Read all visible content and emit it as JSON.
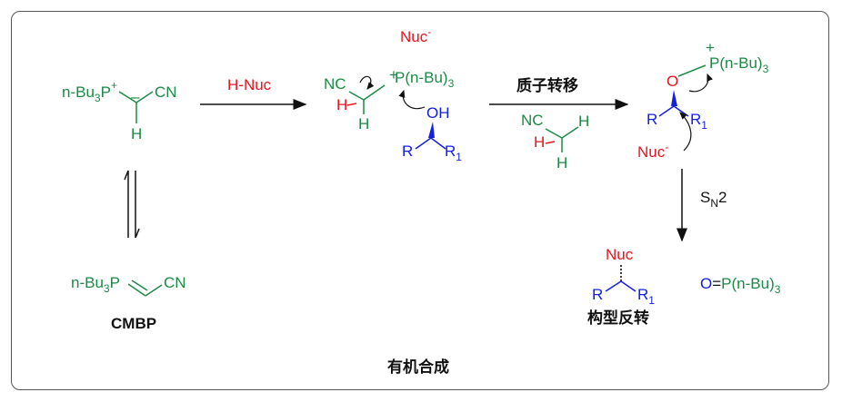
{
  "reagent": {
    "name": "CMBP",
    "ylide_formula": "n-Bu3P+–CH(–)–CN",
    "ylide_h": "H",
    "cn": "CN",
    "phosphorane": "n-Bu3P=CH–CN"
  },
  "step1": {
    "reagent_label": "H-Nuc"
  },
  "intermediate1": {
    "counter_ion": "Nuc",
    "counter_charge": "-",
    "nc": "NC",
    "h_red": "H",
    "h_green": "H",
    "phosphonium": "P(n-Bu)3",
    "oh": "OH",
    "r": "R",
    "r1": "R1"
  },
  "step2": {
    "label": "质子转移",
    "byproduct_nc": "NC",
    "byproduct_h1": "H",
    "byproduct_h2": "H",
    "byproduct_h3": "H"
  },
  "intermediate2": {
    "o": "O",
    "phosphonium": "P(n-Bu)3",
    "r": "R",
    "r1": "R1",
    "nuc": "Nuc",
    "nuc_charge": "-"
  },
  "step3": {
    "label": "SN2"
  },
  "product": {
    "nuc": "Nuc",
    "r": "R",
    "r1": "R1",
    "caption": "构型反转",
    "oxide": "O=P(n-Bu)3"
  },
  "footer": {
    "caption": "有机合成"
  },
  "colors": {
    "green": "#1a8a45",
    "red": "#e8141c",
    "blue": "#1420e0",
    "black": "#111111"
  }
}
